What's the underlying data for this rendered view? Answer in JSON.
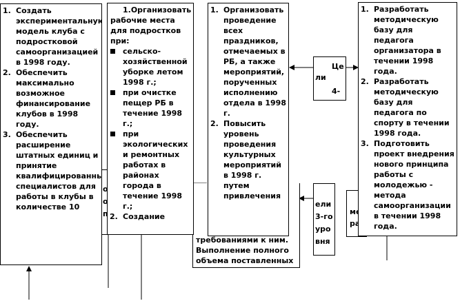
{
  "box1": {
    "items": [
      {
        "n": "1.",
        "text": "Создать экспериментальную модель клуба с подростковой самоорганизацией в 1998 году."
      },
      {
        "n": "2.",
        "text": "Обеспечить максимально возможное финансирование клубов в 1998 году."
      },
      {
        "n": "3.",
        "text": "Обеспечить расширение штатных единиц и принятие квалифицированных специалистов для работы в клубы в количестве 10"
      }
    ]
  },
  "box2": {
    "intro": "1.Организовать рабочие места для подростков при:",
    "bullets": [
      "сельско-хозяйственной уборке летом 1998 г.;",
      "при очистке пещер РБ в течение 1998 г.;",
      "при экологических и ремонтных работах в районах города в течение 1998 г.;"
    ],
    "item2_n": "2.",
    "item2_text": "Создание"
  },
  "box3": {
    "items": [
      {
        "n": "1.",
        "text": "Организовать проведение всех праздников, отмечаемых в РБ, а также мероприятий, порученных исполнению отдела в 1998 г."
      },
      {
        "n": "2.",
        "text": "Повысить уровень проведения культурных мероприятий в 1998 г. путем привлечения"
      }
    ]
  },
  "box3_below": "требованиями к ним. Выполнение полного объема поставленных",
  "box4": {
    "items": [
      {
        "n": "1.",
        "text": "Разработать методическую базу для педагога организатора в течении 1998 года."
      },
      {
        "n": "2.",
        "text": "Разработать методическую базу для педагога по спорту в течении 1998 года."
      },
      {
        "n": "3.",
        "text": "Подготовить проект внедрения нового принципа работы с молодежью - метода самоорганизации в течении 1998 года."
      }
    ]
  },
  "goal4": {
    "line1": "Це",
    "line2": "ли",
    "line3": "4-"
  },
  "goal3": {
    "line1": "ели",
    "line2": "3-го",
    "line3": "уро",
    "line4": "вня"
  },
  "frag_left": {
    "line1": "ос",
    "line2": "ос",
    "line3": "пр"
  },
  "frag_right": {
    "line1": "ме",
    "line2": "ра"
  }
}
